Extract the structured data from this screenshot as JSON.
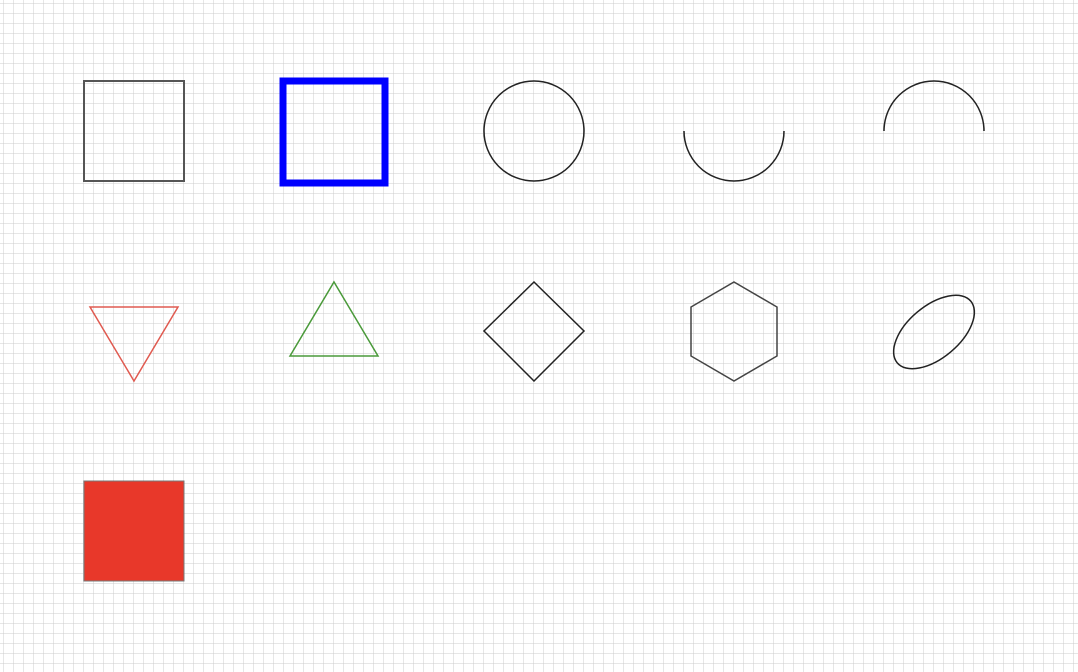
{
  "canvas": {
    "background": "#ffffff",
    "grid_color": "#cccccc"
  },
  "shapes": [
    {
      "name": "square-outline-gray",
      "kind": "square",
      "stroke": "#555555"
    },
    {
      "name": "square-outline-blue-thick",
      "kind": "square",
      "stroke": "#0000ff"
    },
    {
      "name": "circle-outline",
      "kind": "circle",
      "stroke": "#222222"
    },
    {
      "name": "semicircle-bottom-arc",
      "kind": "arc-bottom",
      "stroke": "#222222"
    },
    {
      "name": "semicircle-top-arc",
      "kind": "arc-top",
      "stroke": "#222222"
    },
    {
      "name": "triangle-down-red",
      "kind": "triangle-down",
      "stroke": "#e05a50"
    },
    {
      "name": "triangle-up-green",
      "kind": "triangle-up",
      "stroke": "#4a9a3a"
    },
    {
      "name": "diamond-outline",
      "kind": "diamond",
      "stroke": "#222222"
    },
    {
      "name": "hexagon-outline",
      "kind": "hexagon",
      "stroke": "#444444"
    },
    {
      "name": "rotated-ellipse-outline",
      "kind": "ellipse-rotated",
      "stroke": "#222222"
    },
    {
      "name": "square-filled-red",
      "kind": "square-filled",
      "stroke": "#777777",
      "fill": "#e8382a"
    }
  ]
}
